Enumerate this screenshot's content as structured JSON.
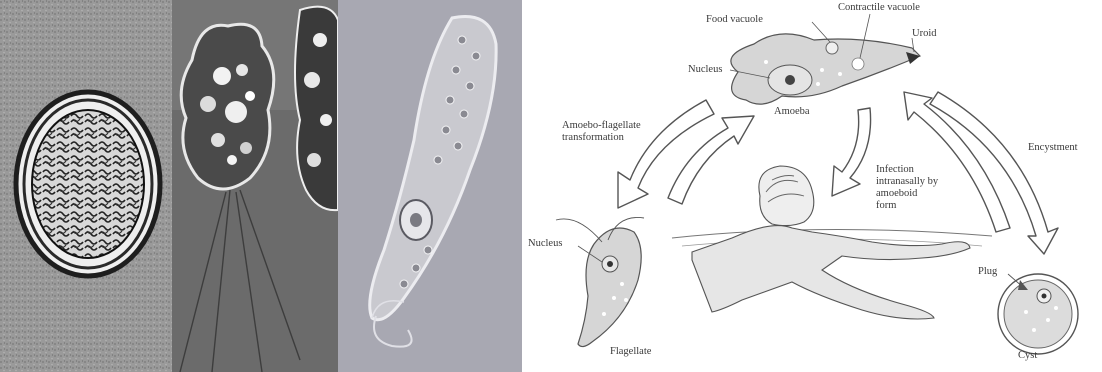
{
  "colors": {
    "photo_bg": "#8c8c8c",
    "organism_fill": "#d6d6d6",
    "arrow_outline": "#555555",
    "text": "#3a3a3a"
  },
  "photos": [
    {
      "stage": "cyst",
      "icon": "cyst-micrograph"
    },
    {
      "stage": "trophozoite",
      "icon": "amoeba-micrograph"
    },
    {
      "stage": "flagellate",
      "icon": "flagellate-micrograph"
    }
  ],
  "labels": {
    "food_vacuole": "Food vacuole",
    "contractile_vacuole": "Contractile vacuole",
    "uroid": "Uroid",
    "nucleus_amoeba": "Nucleus",
    "amoeba": "Amoeba",
    "transformation": "Amoebo-flagellate\ntransformation",
    "infection": "Infection\nintranasally by\namoeboid\nform",
    "encystment": "Encystment",
    "nucleus_flagellate": "Nucleus",
    "flagellate": "Flagellate",
    "plug": "Plug",
    "cyst": "Cyst"
  }
}
